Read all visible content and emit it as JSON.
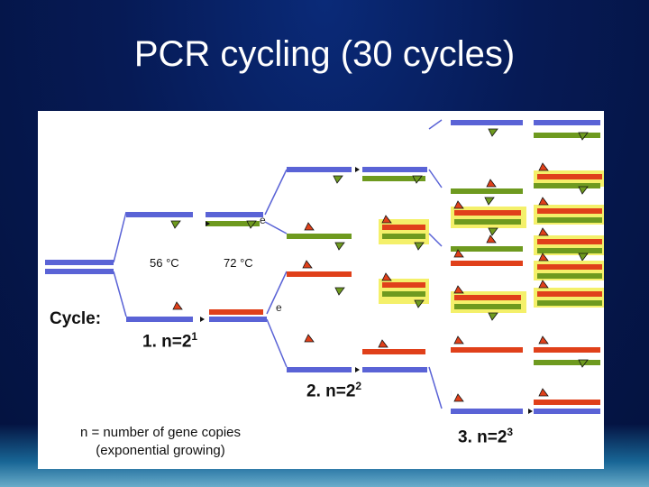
{
  "slide": {
    "title": "PCR cycling (30 cycles)"
  },
  "diagram": {
    "temp_anneal": "56 °C",
    "temp_extend": "72 °C",
    "cycle_label": "Cycle:",
    "stage1": {
      "text": "1. n=2",
      "exp": "1"
    },
    "stage2": {
      "text": "2. n=2",
      "exp": "2"
    },
    "stage3": {
      "text": "3. n=2",
      "exp": "3"
    },
    "note_line1": "n = number of gene copies",
    "note_line2": "(exponential growing)",
    "edge_mark_top": "e",
    "edge_mark_bottom": "e"
  },
  "colors": {
    "template_strand": "#5a63d6",
    "forward_copy": "#6e9a1f",
    "reverse_copy": "#e0401a",
    "highlight": "#f4f06a",
    "connector": "#5a63d6"
  }
}
